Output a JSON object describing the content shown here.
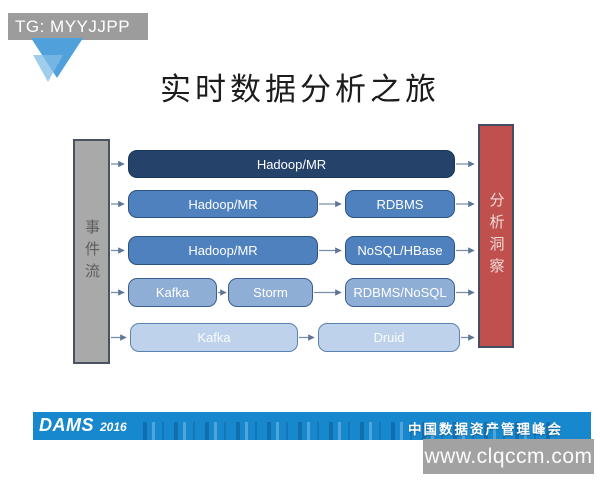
{
  "badge": {
    "label": "TG: MYYJJPP"
  },
  "title": "实时数据分析之旅",
  "diagram": {
    "left_bar": {
      "label": "事件流"
    },
    "right_bar": {
      "label": "分析洞察"
    },
    "rows": [
      {
        "boxes": [
          {
            "label": "Hadoop/MR"
          }
        ]
      },
      {
        "boxes": [
          {
            "label": "Hadoop/MR"
          },
          {
            "label": "RDBMS"
          }
        ]
      },
      {
        "boxes": [
          {
            "label": "Hadoop/MR"
          },
          {
            "label": "NoSQL/HBase"
          }
        ]
      },
      {
        "boxes": [
          {
            "label": "Kafka"
          },
          {
            "label": "Storm"
          },
          {
            "label": "RDBMS/NoSQL"
          }
        ]
      },
      {
        "boxes": [
          {
            "label": "Kafka"
          },
          {
            "label": "Druid"
          }
        ]
      }
    ]
  },
  "footer": {
    "logo": "DAMS",
    "year": "2016",
    "conference": "中国数据资产管理峰会"
  },
  "watermark": {
    "url_text": "www.clqccm.com"
  },
  "colors": {
    "box_dark": "#24426a",
    "box_medium": "#4e81bd",
    "box_light": "#8faed6",
    "box_xlight": "#bed3eb",
    "event_bar": "#a9a9a9",
    "insight_bar": "#c0504d",
    "footer_bar": "#1787ce",
    "badge_gray": "#9c9c9c",
    "arrow": "#7a8ea6"
  }
}
